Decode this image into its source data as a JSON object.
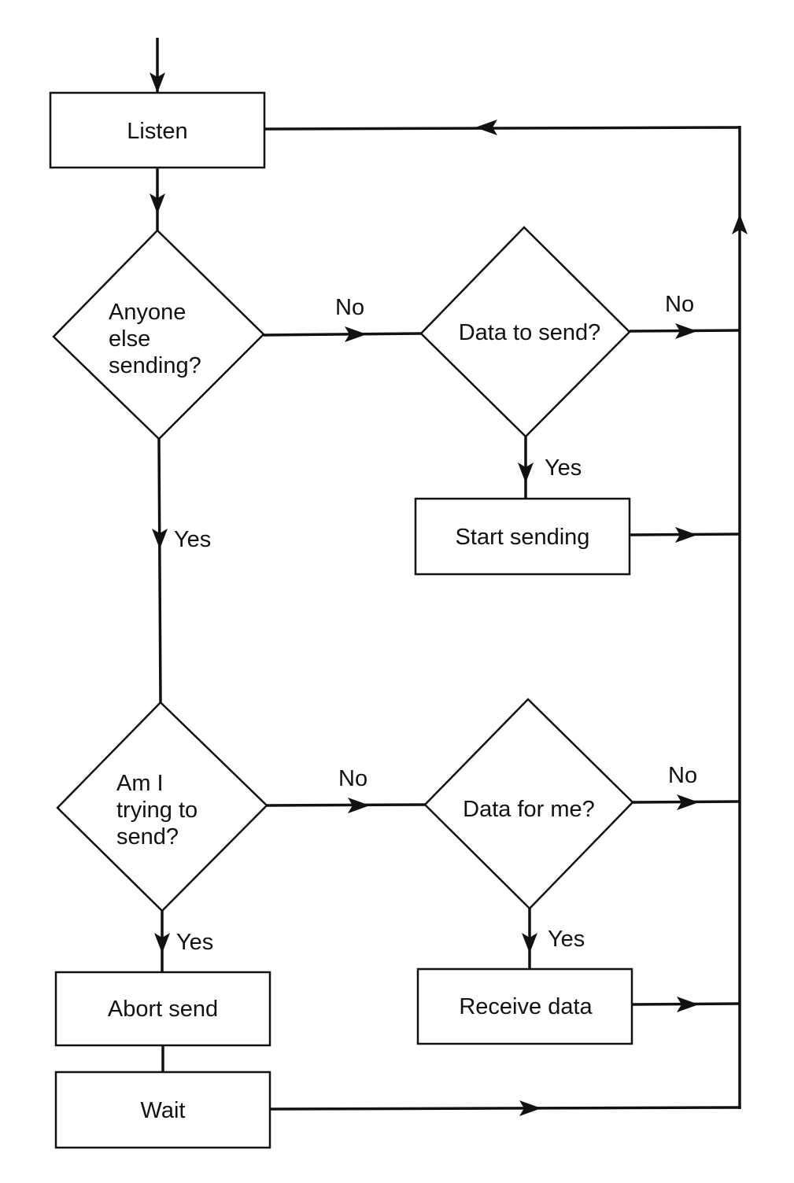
{
  "nodes": {
    "listen": "Listen",
    "anyone_else_sending": [
      "Anyone",
      "else",
      "sending?"
    ],
    "data_to_send": "Data to send?",
    "start_sending": "Start sending",
    "am_i_trying_to_send": [
      "Am I",
      "trying to",
      "send?"
    ],
    "data_for_me": "Data for me?",
    "abort_send": "Abort send",
    "receive_data": "Receive data",
    "wait": "Wait"
  },
  "edges": {
    "anyone_no": "No",
    "anyone_yes": "Yes",
    "datatosend_no": "No",
    "datatosend_yes": "Yes",
    "amitrying_no": "No",
    "amitrying_yes": "Yes",
    "dataforme_no": "No",
    "dataforme_yes": "Yes"
  },
  "colors": {
    "line": "#111111",
    "background": "#ffffff"
  }
}
